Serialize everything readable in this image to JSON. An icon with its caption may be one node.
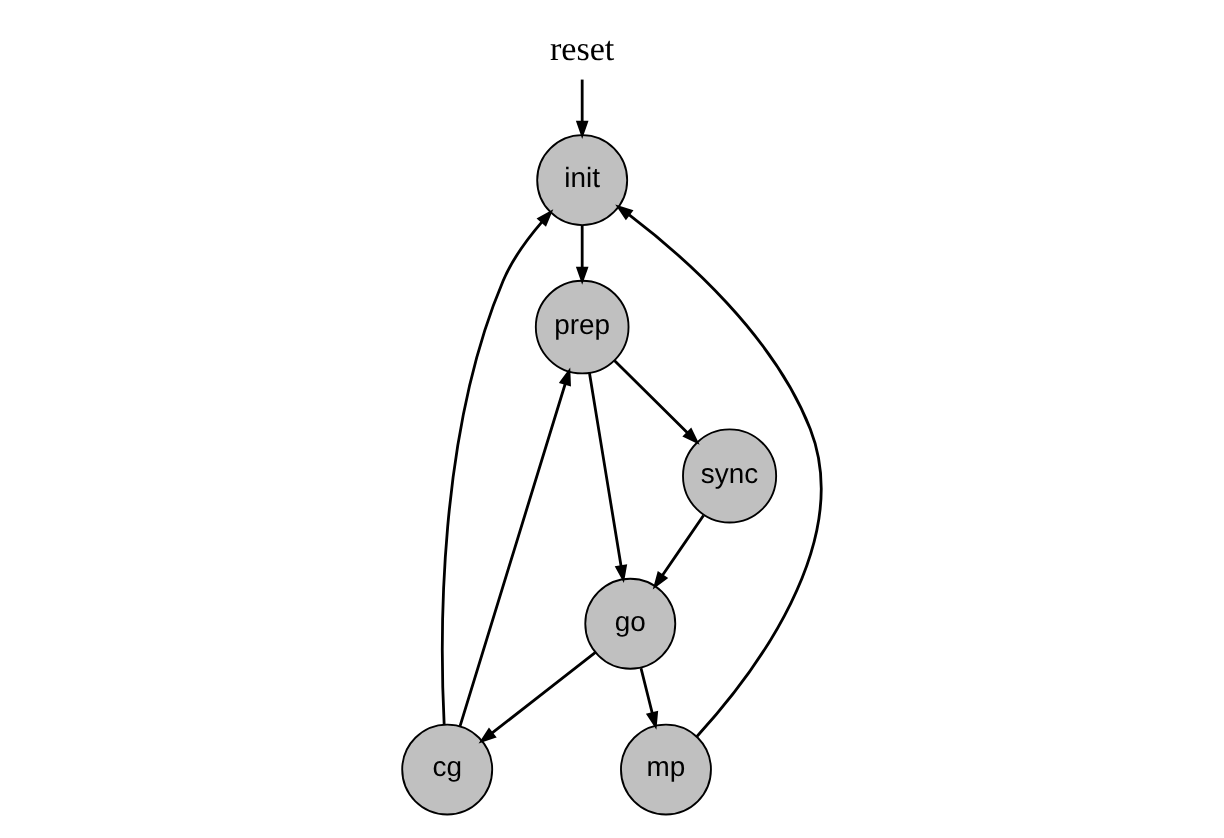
{
  "diagram": {
    "nodes": [
      {
        "text": [
          "reset"
        ]
      },
      {
        "text": [
          "init"
        ]
      },
      {
        "text": [
          "prep"
        ]
      },
      {
        "text": [
          "sync"
        ]
      },
      {
        "text": [
          "cg"
        ]
      },
      {
        "text": [
          "mp"
        ]
      },
      {
        "text": [
          "go"
        ]
      }
    ],
    "edges": [
      {
        "from": 0,
        "to": 1,
        "arrow": "to"
      },
      {
        "from": 1,
        "to": 2,
        "arrow": "to"
      },
      {
        "from": 2,
        "to": 3,
        "arrow": "to"
      },
      {
        "from": 2,
        "to": 6,
        "arrow": "to"
      },
      {
        "from": 3,
        "to": 6,
        "arrow": "to"
      },
      {
        "from": 6,
        "to": 4,
        "arrow": "to"
      },
      {
        "from": 6,
        "to": 5,
        "arrow": "to"
      },
      {
        "from": 4,
        "to": 2,
        "arrow": "to"
      },
      {
        "from": 4,
        "to": 1,
        "arrow": "to"
      },
      {
        "from": 5,
        "to": 1,
        "arrow": "to"
      }
    ]
  }
}
